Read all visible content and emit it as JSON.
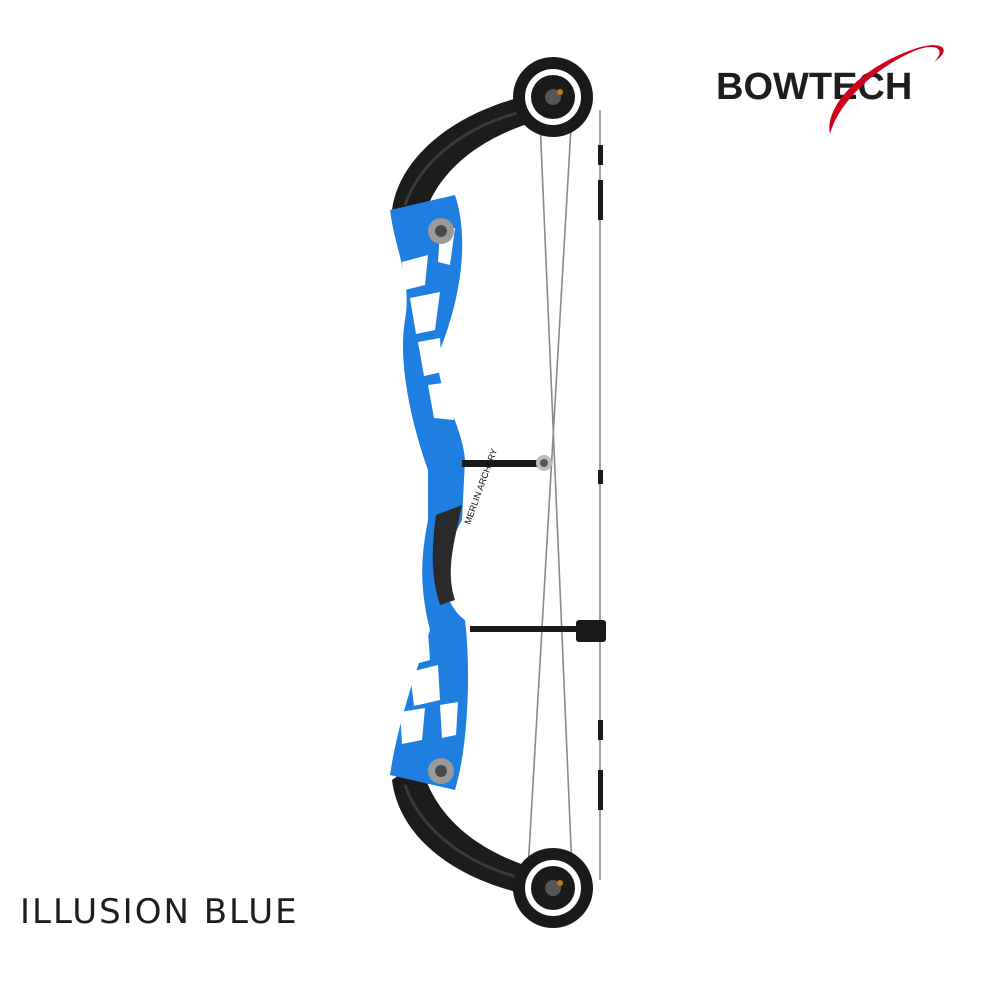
{
  "brand": {
    "name": "BOWTECH",
    "text_color": "#1e1e1e",
    "swoosh_color": "#d0021b"
  },
  "product": {
    "image_name": "compound-bow",
    "riser_color": "#1f7fe0",
    "limb_color": "#1c1c1c",
    "stamp_text": "MERLIN ARCHERY"
  },
  "color_label": "ILLUSION BLUE"
}
